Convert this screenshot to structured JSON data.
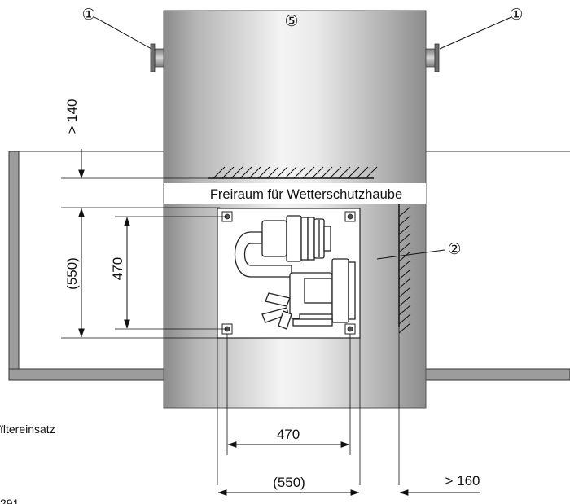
{
  "callouts": {
    "flange_left": "①",
    "flange_right": "①",
    "pipe": "⑤",
    "platform_region": "②"
  },
  "labels": {
    "free_space": "Freiraum für Wetterschutzhaube"
  },
  "dimensions": {
    "clearance_top": "> 140",
    "bolt_vertical": "470",
    "plate_vertical": "(550)",
    "bolt_horizontal": "470",
    "plate_horizontal": "(550)",
    "clearance_right": "> 160"
  },
  "caption_fragments": {
    "line1": "ïltereinsatz",
    "line2": "291"
  },
  "icons": [
    "hatching",
    "dimension-arrow",
    "mounting-hole",
    "circled-number"
  ]
}
